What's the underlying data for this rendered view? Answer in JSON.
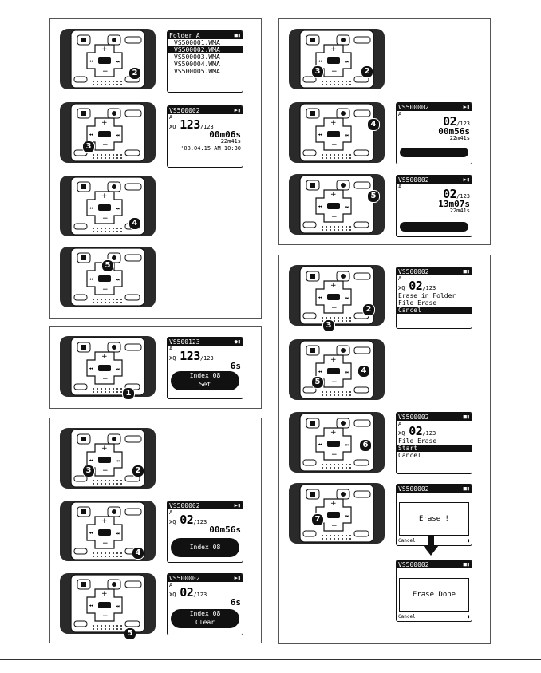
{
  "recorder_screens": {
    "folder_list": {
      "title": "Folder A",
      "files": [
        "VS500001.WMA",
        "VS500002.WMA",
        "VS500003.WMA",
        "VS500004.WMA",
        "VS500005.WMA"
      ],
      "selected_index": 1
    },
    "playback_info": {
      "file": "VS500002",
      "folder_badge": "A",
      "mode": "XQ",
      "track": "123",
      "total": "/123",
      "elapsed": "00m06s",
      "length": "22m41s",
      "date": "'08.04.15 AM 10:30"
    },
    "index_set": {
      "file": "VS500123",
      "folder_badge": "A",
      "mode": "XQ",
      "track": "123",
      "total": "/123",
      "time_partial": "6s",
      "line1": "Index 08",
      "line2": "Set"
    },
    "index_clear_a": {
      "file": "VS500002",
      "folder_badge": "A",
      "mode": "XQ",
      "track": "02",
      "total": "/123",
      "time": "00m56s",
      "line1": "Index 08"
    },
    "index_clear_b": {
      "file": "VS500002",
      "folder_badge": "A",
      "mode": "XQ",
      "track": "02",
      "total": "/123",
      "time_partial": "6s",
      "line1": "Index 08",
      "line2": "Clear"
    },
    "speed_a": {
      "file": "VS500002",
      "folder_badge": "A",
      "track": "02",
      "total": "/123",
      "time": "00m56s",
      "length": "22m41s"
    },
    "speed_b": {
      "file": "VS500002",
      "folder_badge": "A",
      "track": "02",
      "total": "/123",
      "time": "13m07s",
      "length": "22m41s"
    },
    "erase_menu": {
      "file": "VS500002",
      "folder_badge": "A",
      "mode": "XQ",
      "track": "02",
      "total": "/123",
      "options": [
        "Erase in Folder",
        "File Erase",
        "Cancel"
      ]
    },
    "erase_confirm": {
      "file": "VS500002",
      "folder_badge": "A",
      "mode": "XQ",
      "track": "02",
      "total": "/123",
      "options": [
        "File Erase",
        "Start",
        "Cancel"
      ]
    },
    "erasing": {
      "file": "VS500002",
      "message": "Erase !",
      "bottom": "Cancel"
    },
    "erase_done": {
      "file": "VS500002",
      "message": "Erase Done",
      "bottom": "Cancel"
    }
  },
  "step_numbers": {
    "p1": [
      "2",
      "3",
      "4",
      "5"
    ],
    "p2": [
      "1"
    ],
    "p3": [
      "3",
      "2",
      "4",
      "5"
    ],
    "p4": [
      "3",
      "2",
      "4",
      "5"
    ],
    "p5": [
      "2",
      "3",
      "5",
      "4",
      "6",
      "7"
    ]
  },
  "colors": {
    "ink": "#111111",
    "paper": "#ffffff",
    "device_dark": "#2a2a2a"
  }
}
